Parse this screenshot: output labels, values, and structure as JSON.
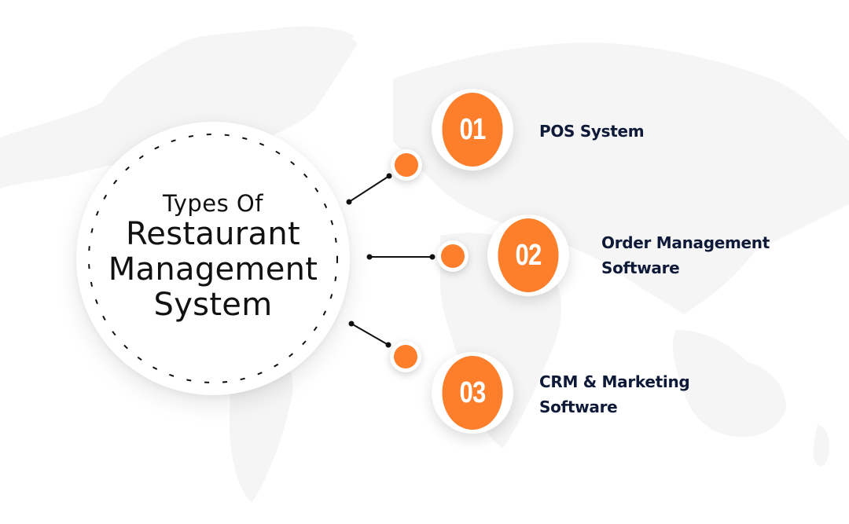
{
  "title": {
    "line1": "Types Of",
    "line2": "Restaurant",
    "line3": "Management",
    "line4": "System"
  },
  "colors": {
    "accent": "#fd7e2b",
    "label_text": "#0f1a38",
    "title_text": "#111111",
    "background": "#ffffff",
    "map": "#f6f6f6"
  },
  "items": [
    {
      "number": "01",
      "label_line1": "POS System",
      "label_line2": ""
    },
    {
      "number": "02",
      "label_line1": "Order Management",
      "label_line2": "Software"
    },
    {
      "number": "03",
      "label_line1": "CRM & Marketing",
      "label_line2": "Software"
    }
  ]
}
